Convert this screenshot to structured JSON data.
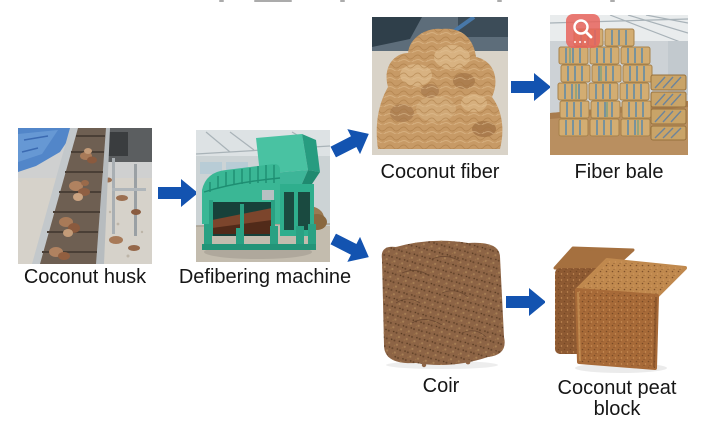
{
  "diagram": {
    "nodes": {
      "coconut_husk": {
        "label": "Coconut husk"
      },
      "defibering_machine": {
        "label": "Defibering machine"
      },
      "coconut_fiber": {
        "label": "Coconut fiber"
      },
      "fiber_bale": {
        "label": "Fiber bale"
      },
      "coir": {
        "label": "Coir"
      },
      "coconut_peat_block": {
        "label": "Coconut peat block"
      }
    },
    "edges": [
      {
        "from": "coconut_husk",
        "to": "defibering_machine"
      },
      {
        "from": "defibering_machine",
        "to": "coconut_fiber"
      },
      {
        "from": "defibering_machine",
        "to": "coir"
      },
      {
        "from": "coconut_fiber",
        "to": "fiber_bale"
      },
      {
        "from": "coir",
        "to": "coconut_peat_block"
      }
    ]
  },
  "icons": {
    "zoom_badge": "magnifier"
  },
  "colors": {
    "arrow": "#1353b0",
    "zoom_badge_bg": "#e8645c",
    "zoom_badge_glyph": "#ffffff",
    "label_text": "#161616",
    "page_background": "#ffffff"
  }
}
